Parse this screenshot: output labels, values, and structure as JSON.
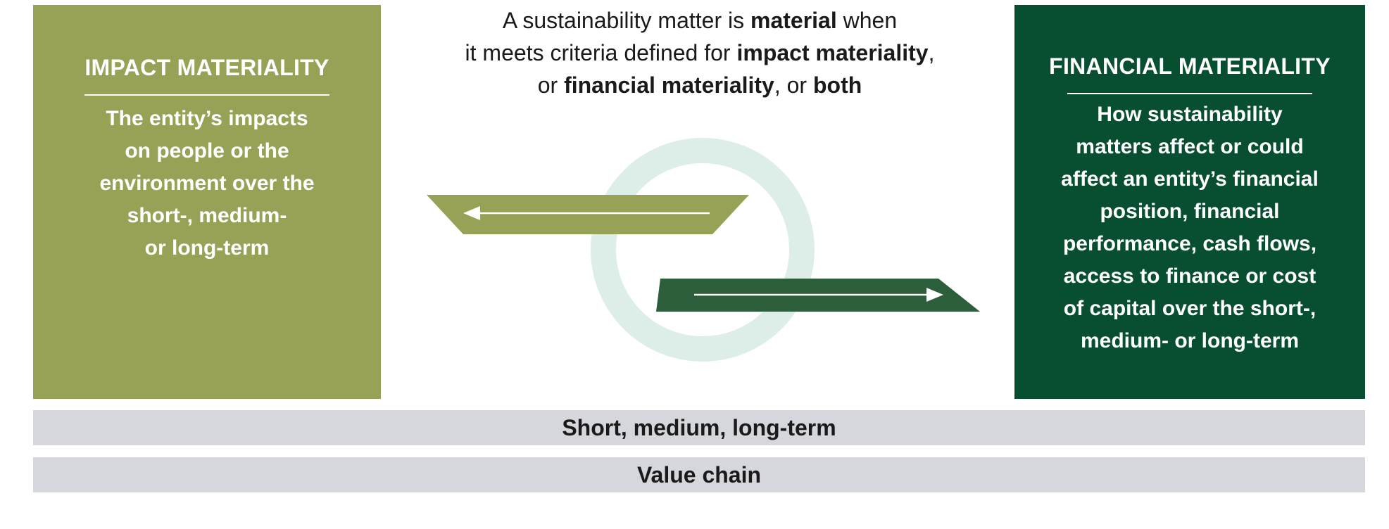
{
  "headline": {
    "l1_a": "A sustainability matter is ",
    "l1_b": "material",
    "l1_c": " when",
    "l2_a": "it meets criteria defined for ",
    "l2_b": "impact materiality",
    "l2_c": ",",
    "l3_a": "or ",
    "l3_b": "financial materiality",
    "l3_c": ", or ",
    "l3_d": "both"
  },
  "impact": {
    "title": "IMPACT MATERIALITY",
    "body": "The entity’s impacts\non people or the\nenvironment over the\nshort-, medium-\nor long-term"
  },
  "financial": {
    "title": "FINANCIAL MATERIALITY",
    "body": "How sustainability\nmatters affect or could\naffect an entity’s financial\nposition, financial\nperformance, cash flows,\naccess to finance or cost\nof capital over the short-,\nmedium- or long-term"
  },
  "bars": {
    "timeframe": "Short, medium, long-term",
    "value_chain": "Value chain"
  },
  "colors": {
    "impact_green": "#97a257",
    "financial_green": "#084f32",
    "ring": "#ddeee8",
    "bar_grey": "#d6d7dc"
  }
}
